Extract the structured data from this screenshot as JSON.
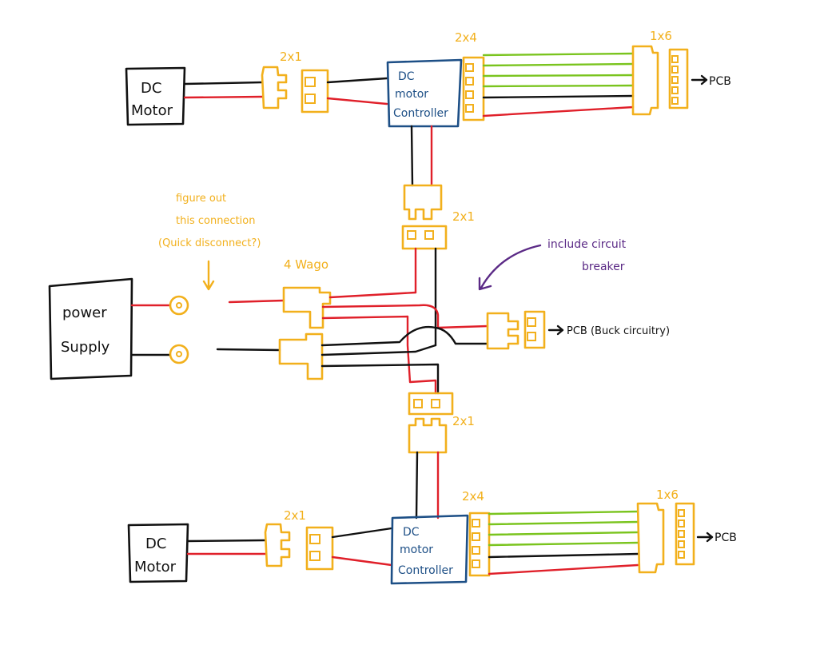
{
  "labels": {
    "motor_top_line1": "DC",
    "motor_top_line2": "Motor",
    "motor_bottom_line1": "DC",
    "motor_bottom_line2": "Motor",
    "conn_top_left": "2x1",
    "conn_bottom_left": "2x1",
    "ctrl_top_line1": "DC",
    "ctrl_top_line2": "motor",
    "ctrl_top_line3": "Controller",
    "ctrl_bottom_line1": "DC",
    "ctrl_bottom_line2": "motor",
    "ctrl_bottom_line3": "Controller",
    "hdr_top_2x4": "2x4",
    "hdr_top_1x6": "1x6",
    "hdr_bottom_2x4": "2x4",
    "hdr_bottom_1x6": "1x6",
    "pcb_top": "PCB",
    "pcb_bottom": "PCB",
    "pcb_buck": "PCB (Buck circuitry)",
    "conn_mid_top": "2x1",
    "conn_mid_bottom": "2x1",
    "wago": "4 Wago",
    "note_line1": "figure out",
    "note_line2": "this connection",
    "note_line3": "(Quick disconnect?)",
    "breaker_line1": "include circuit",
    "breaker_line2": "breaker",
    "psu_line1": "power",
    "psu_line2": "Supply"
  },
  "colors": {
    "black_wire": "#111111",
    "red_wire": "#e0202a",
    "green_wire": "#7ac41e",
    "connector": "#f2b01c",
    "controller": "#1d4f86",
    "annotation": "#5b2a86"
  }
}
